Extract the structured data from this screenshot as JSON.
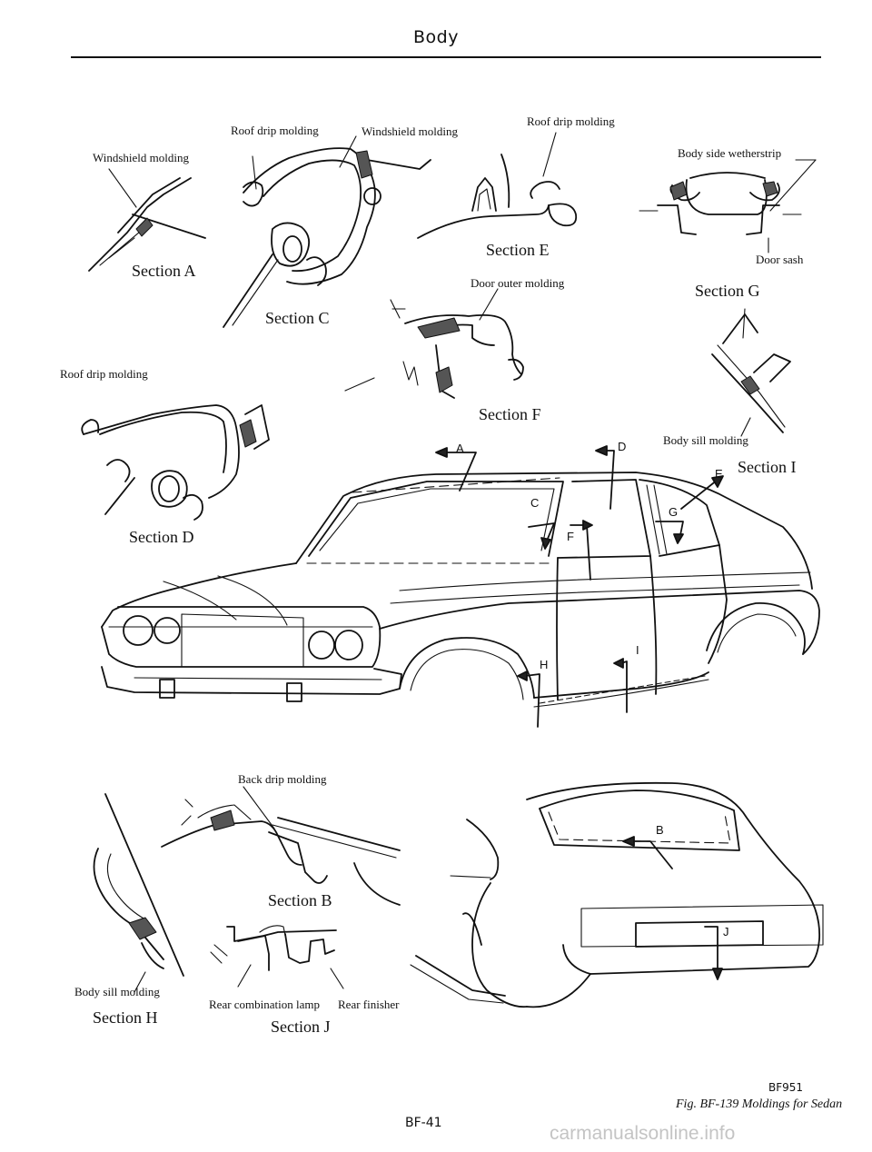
{
  "header": {
    "title": "Body"
  },
  "labels": {
    "windshield_molding_a": "Windshield molding",
    "roof_drip_molding_c": "Roof drip molding",
    "windshield_molding_c": "Windshield molding",
    "roof_drip_molding_e": "Roof drip molding",
    "body_side_wetherstrip": "Body side wetherstrip",
    "door_sash": "Door sash",
    "door_outer_molding": "Door outer molding",
    "roof_drip_molding_d": "Roof drip molding",
    "body_sill_molding_i": "Body sill molding",
    "back_drip_molding": "Back drip molding",
    "body_sill_molding_h": "Body sill molding",
    "rear_combination_lamp": "Rear combination lamp",
    "rear_finisher": "Rear finisher"
  },
  "sections": {
    "a": "Section A",
    "b": "Section B",
    "c": "Section C",
    "d": "Section D",
    "e": "Section E",
    "f": "Section F",
    "g": "Section G",
    "h": "Section H",
    "i": "Section I",
    "j": "Section J"
  },
  "car_markers": {
    "a": "A",
    "b": "B",
    "c": "C",
    "d": "D",
    "e": "E",
    "f": "F",
    "g": "G",
    "h": "H",
    "i": "I",
    "j": "J"
  },
  "footer": {
    "code": "BF951",
    "figure_caption": "Fig. BF-139 Moldings for Sedan",
    "page": "BF-41",
    "watermark": "carmanualsonline.info"
  }
}
